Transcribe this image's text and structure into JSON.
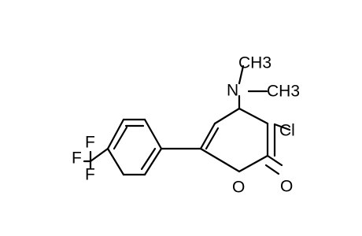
{
  "molecule": {
    "atom_labels": {
      "n": "N",
      "ch3_top": "CH3",
      "ch3_right": "CH3",
      "cl": "Cl",
      "o_carbonyl": "O",
      "o_ring": "O",
      "f1": "F",
      "f2": "F",
      "f3": "F"
    },
    "line_color": "#000000"
  }
}
